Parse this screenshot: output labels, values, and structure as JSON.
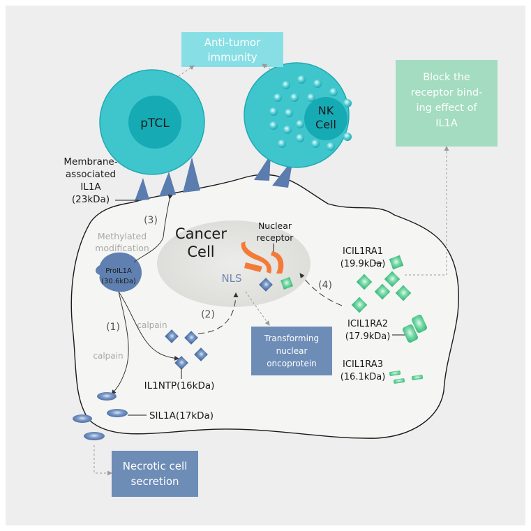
{
  "boxes": {
    "anti_tumor": [
      "Anti-tumor",
      "immunity"
    ],
    "block": [
      "Block the",
      "receptor bind-",
      "ing effect of",
      "IL1A"
    ],
    "transforming": [
      "Transforming",
      "nuclear",
      "oncoprotein"
    ],
    "necrotic": [
      "Necrotic cell",
      "secretion"
    ]
  },
  "cells": {
    "ptcl": "pTCL",
    "nk": [
      "NK",
      "Cell"
    ],
    "cancer": [
      "Cancer",
      "Cell"
    ]
  },
  "labels": {
    "membrane": [
      "Membrane-",
      "associated",
      "IL1A",
      "(23kDa)"
    ],
    "methylated": [
      "Methylated",
      "modification"
    ],
    "proil1a": [
      "ProIL1A",
      "(30.6kDa)"
    ],
    "nuclear_receptor": [
      "Nuclear",
      "receptor"
    ],
    "nls": "NLS",
    "calpain_upper": "calpain",
    "calpain_left": "calpain",
    "il1ntp": "IL1NTP(16kDa)",
    "sil1a": "SIL1A(17kDa)",
    "icil1ra1": [
      "ICIL1RA1",
      "(19.9kDa)"
    ],
    "icil1ra2": [
      "ICIL1RA2",
      "(17.9kDa)"
    ],
    "icil1ra3": [
      "ICIL1RA3",
      "(16.1kDa)"
    ]
  },
  "steps": [
    "(1)",
    "(2)",
    "(3)",
    "(4)"
  ],
  "colors": {
    "background": "#eeeeee",
    "cell_fill": "#f5f5f3",
    "nucleus_fill": "#e2e2de",
    "immune_cell": "#3fc6cc",
    "immune_core": "#16aab4",
    "cyan_box": "#87dfe5",
    "green_box": "#a3dcc0",
    "blue_box": "#6d8cb6",
    "protein_blue": "#5f80b0",
    "icil_green": "#5ecf96",
    "receptor_orange": "#f47a38",
    "gray_text": "#a9a9a9"
  }
}
